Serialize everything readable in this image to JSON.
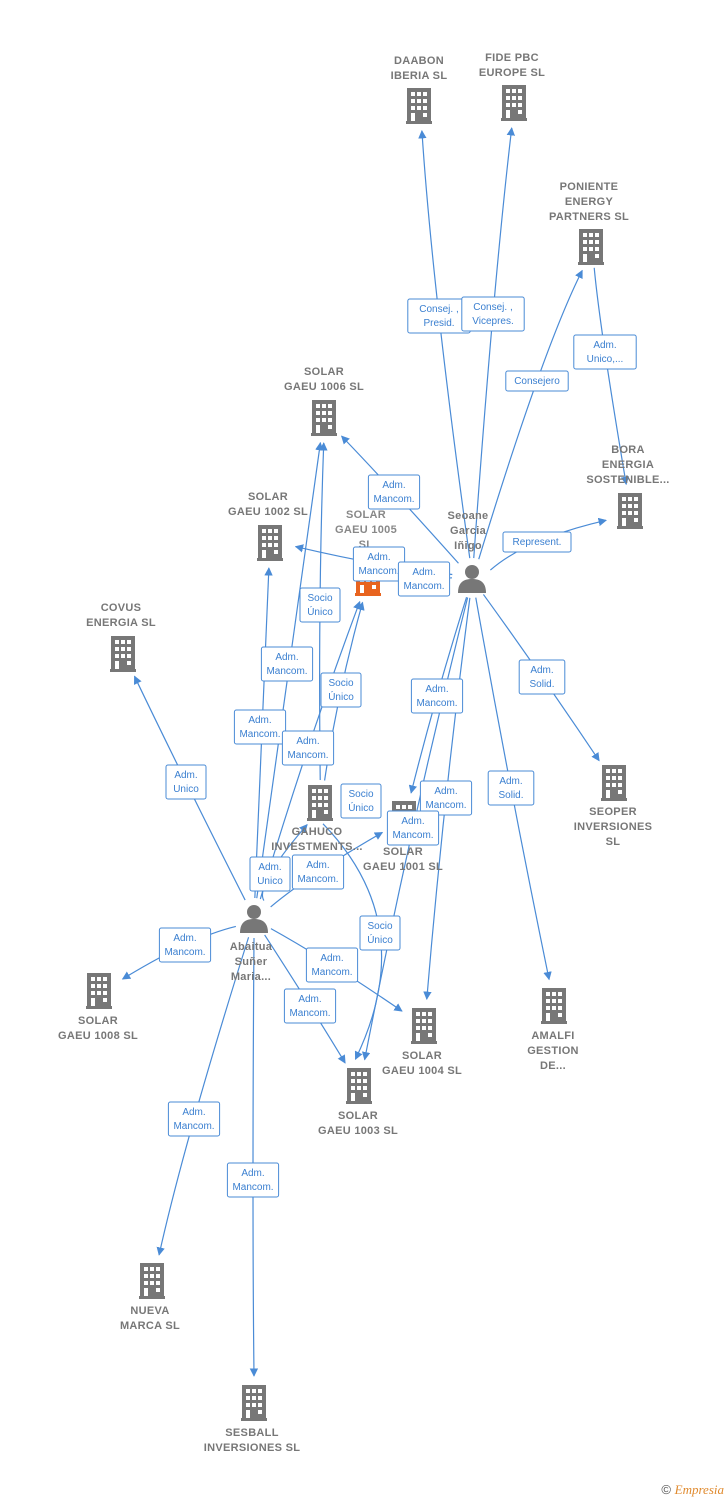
{
  "colors": {
    "edge": "#4a8bd6",
    "company": "#777777",
    "highlight": "#e8641f",
    "person": "#777777"
  },
  "nodes": [
    {
      "id": "daabon",
      "type": "company",
      "label": [
        "DAABON",
        "IBERIA  SL"
      ]
    },
    {
      "id": "fide",
      "type": "company",
      "label": [
        "FIDE PBC",
        "EUROPE  SL"
      ]
    },
    {
      "id": "poniente",
      "type": "company",
      "label": [
        "PONIENTE",
        "ENERGY",
        "PARTNERS  SL"
      ]
    },
    {
      "id": "bora",
      "type": "company",
      "label": [
        "BORA",
        "ENERGIA",
        "SOSTENIBLE..."
      ]
    },
    {
      "id": "gaeu1006",
      "type": "company",
      "label": [
        "SOLAR",
        "GAEU 1006  SL"
      ]
    },
    {
      "id": "gaeu1002",
      "type": "company",
      "label": [
        "SOLAR",
        "GAEU 1002  SL"
      ]
    },
    {
      "id": "gaeu1005",
      "type": "company",
      "highlight": true,
      "label": [
        "SOLAR",
        "GAEU 1005",
        "SL"
      ]
    },
    {
      "id": "seoane",
      "type": "person",
      "label": [
        "Seoane",
        "Garcia",
        "Iñigo"
      ]
    },
    {
      "id": "covus",
      "type": "company",
      "label": [
        "COVUS",
        "ENERGIA  SL"
      ]
    },
    {
      "id": "gahuco",
      "type": "company",
      "label": [
        "GAHUCO",
        "INVESTMENTS..."
      ]
    },
    {
      "id": "gaeu1001",
      "type": "company",
      "label": [
        "SOLAR",
        "GAEU 1001  SL"
      ]
    },
    {
      "id": "seoper",
      "type": "company",
      "label": [
        "SEOPER",
        "INVERSIONES",
        "SL"
      ]
    },
    {
      "id": "abaitua",
      "type": "person",
      "label": [
        "Abaitua",
        "Suñer",
        "Maria..."
      ]
    },
    {
      "id": "gaeu1008",
      "type": "company",
      "label": [
        "SOLAR",
        "GAEU 1008  SL"
      ]
    },
    {
      "id": "gaeu1004",
      "type": "company",
      "label": [
        "SOLAR",
        "GAEU 1004  SL"
      ]
    },
    {
      "id": "amalfi",
      "type": "company",
      "label": [
        "AMALFI",
        "GESTION",
        "DE..."
      ]
    },
    {
      "id": "gaeu1003",
      "type": "company",
      "label": [
        "SOLAR",
        "GAEU 1003  SL"
      ]
    },
    {
      "id": "nueva",
      "type": "company",
      "label": [
        "NUEVA",
        "MARCA  SL"
      ]
    },
    {
      "id": "sesball",
      "type": "company",
      "label": [
        "SESBALL",
        "INVERSIONES SL"
      ]
    }
  ],
  "edges": [
    {
      "from": "seoane",
      "to": "daabon",
      "label": [
        "Consej. ,",
        "Presid."
      ]
    },
    {
      "from": "seoane",
      "to": "fide",
      "label": [
        "Consej. ,",
        "Vicepres."
      ]
    },
    {
      "from": "seoane",
      "to": "poniente",
      "label": [
        "Consejero"
      ]
    },
    {
      "from": "poniente",
      "to": "bora",
      "label": [
        "Adm.",
        "Unico,..."
      ]
    },
    {
      "from": "seoane",
      "to": "gaeu1006",
      "label": [
        "Adm.",
        "Mancom."
      ]
    },
    {
      "from": "seoane",
      "to": "bora",
      "label": [
        "Represent."
      ]
    },
    {
      "from": "seoane",
      "to": "gaeu1002",
      "label": [
        "Adm.",
        "Mancom."
      ]
    },
    {
      "from": "seoane",
      "to": "gaeu1005",
      "label": [
        "Adm.",
        "Mancom."
      ]
    },
    {
      "from": "seoane",
      "to": "seoper",
      "label": [
        "Adm.",
        "Solid."
      ]
    },
    {
      "from": "seoane",
      "to": "amalfi",
      "label": [
        "Adm.",
        "Solid."
      ]
    },
    {
      "from": "seoane",
      "to": "gaeu1001",
      "label": [
        "Adm.",
        "Mancom."
      ]
    },
    {
      "from": "seoane",
      "to": "gaeu1004",
      "label": [
        "Adm.",
        "Mancom."
      ]
    },
    {
      "from": "seoane",
      "to": "gaeu1003",
      "label": [
        "Adm.",
        "Mancom."
      ]
    },
    {
      "from": "gahuco",
      "to": "gaeu1006",
      "label": [
        "Socio",
        "Único"
      ]
    },
    {
      "from": "gahuco",
      "to": "gaeu1005",
      "label": [
        "Socio",
        "Único"
      ]
    },
    {
      "from": "gahuco",
      "to": "gaeu1001",
      "label": [
        "Socio",
        "Único"
      ]
    },
    {
      "from": "gahuco",
      "to": "gaeu1003",
      "label": [
        "Socio",
        "Único"
      ]
    },
    {
      "from": "abaitua",
      "to": "gaeu1002",
      "label": [
        "Adm.",
        "Mancom."
      ]
    },
    {
      "from": "abaitua",
      "to": "gaeu1006",
      "label": [
        "Adm.",
        "Mancom."
      ]
    },
    {
      "from": "abaitua",
      "to": "gaeu1005",
      "label": [
        "Adm.",
        "Mancom."
      ]
    },
    {
      "from": "abaitua",
      "to": "covus",
      "label": [
        "Adm.",
        "Unico"
      ]
    },
    {
      "from": "abaitua",
      "to": "gaeu1008",
      "label": [
        "Adm.",
        "Mancom."
      ]
    },
    {
      "from": "abaitua",
      "to": "gahuco",
      "label": [
        "Adm.",
        "Unico"
      ]
    },
    {
      "from": "abaitua",
      "to": "gaeu1001",
      "label": [
        "Adm.",
        "Mancom."
      ]
    },
    {
      "from": "abaitua",
      "to": "gaeu1004",
      "label": [
        "Adm.",
        "Mancom."
      ]
    },
    {
      "from": "abaitua",
      "to": "gaeu1003",
      "label": [
        "Adm.",
        "Mancom."
      ]
    },
    {
      "from": "abaitua",
      "to": "nueva",
      "label": [
        "Adm.",
        "Mancom."
      ]
    },
    {
      "from": "abaitua",
      "to": "sesball",
      "label": [
        "Adm.",
        "Mancom."
      ]
    }
  ],
  "footer": {
    "copyright": "©",
    "brand": "Empresia"
  }
}
